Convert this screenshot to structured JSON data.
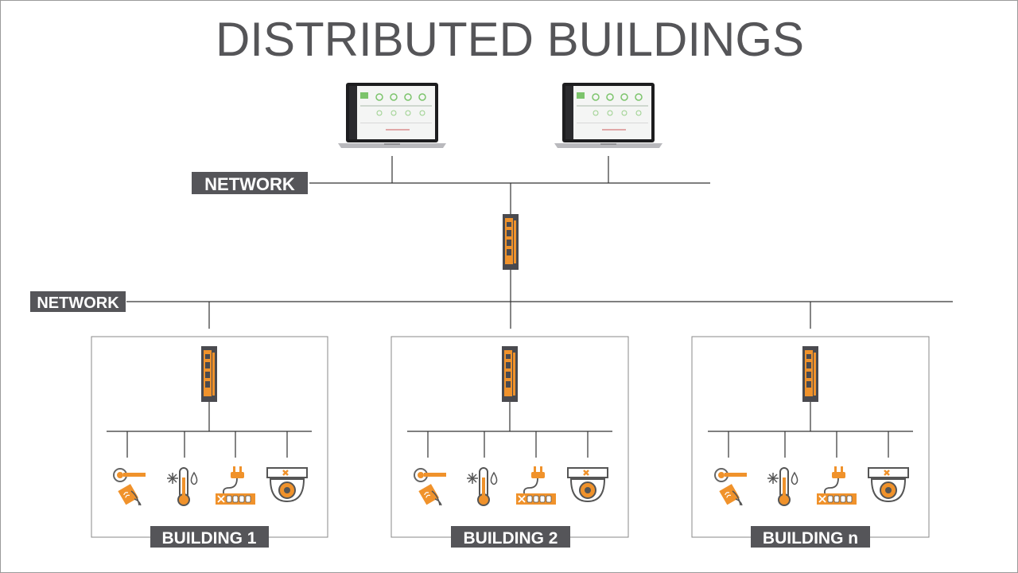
{
  "title": "DISTRIBUTED BUILDINGS",
  "network_labels": [
    "NETWORK",
    "NETWORK"
  ],
  "buildings": [
    {
      "label": "BUILDING 1"
    },
    {
      "label": "BUILDING 2"
    },
    {
      "label": "BUILDING n"
    }
  ],
  "device_icons": [
    "access-control-icon",
    "temperature-sensor-icon",
    "power-meter-icon",
    "camera-icon"
  ],
  "colors": {
    "accent": "#f0922b",
    "dark": "#4a4a4f",
    "line": "#333333",
    "label_bg": "#555559",
    "title": "#555558"
  }
}
